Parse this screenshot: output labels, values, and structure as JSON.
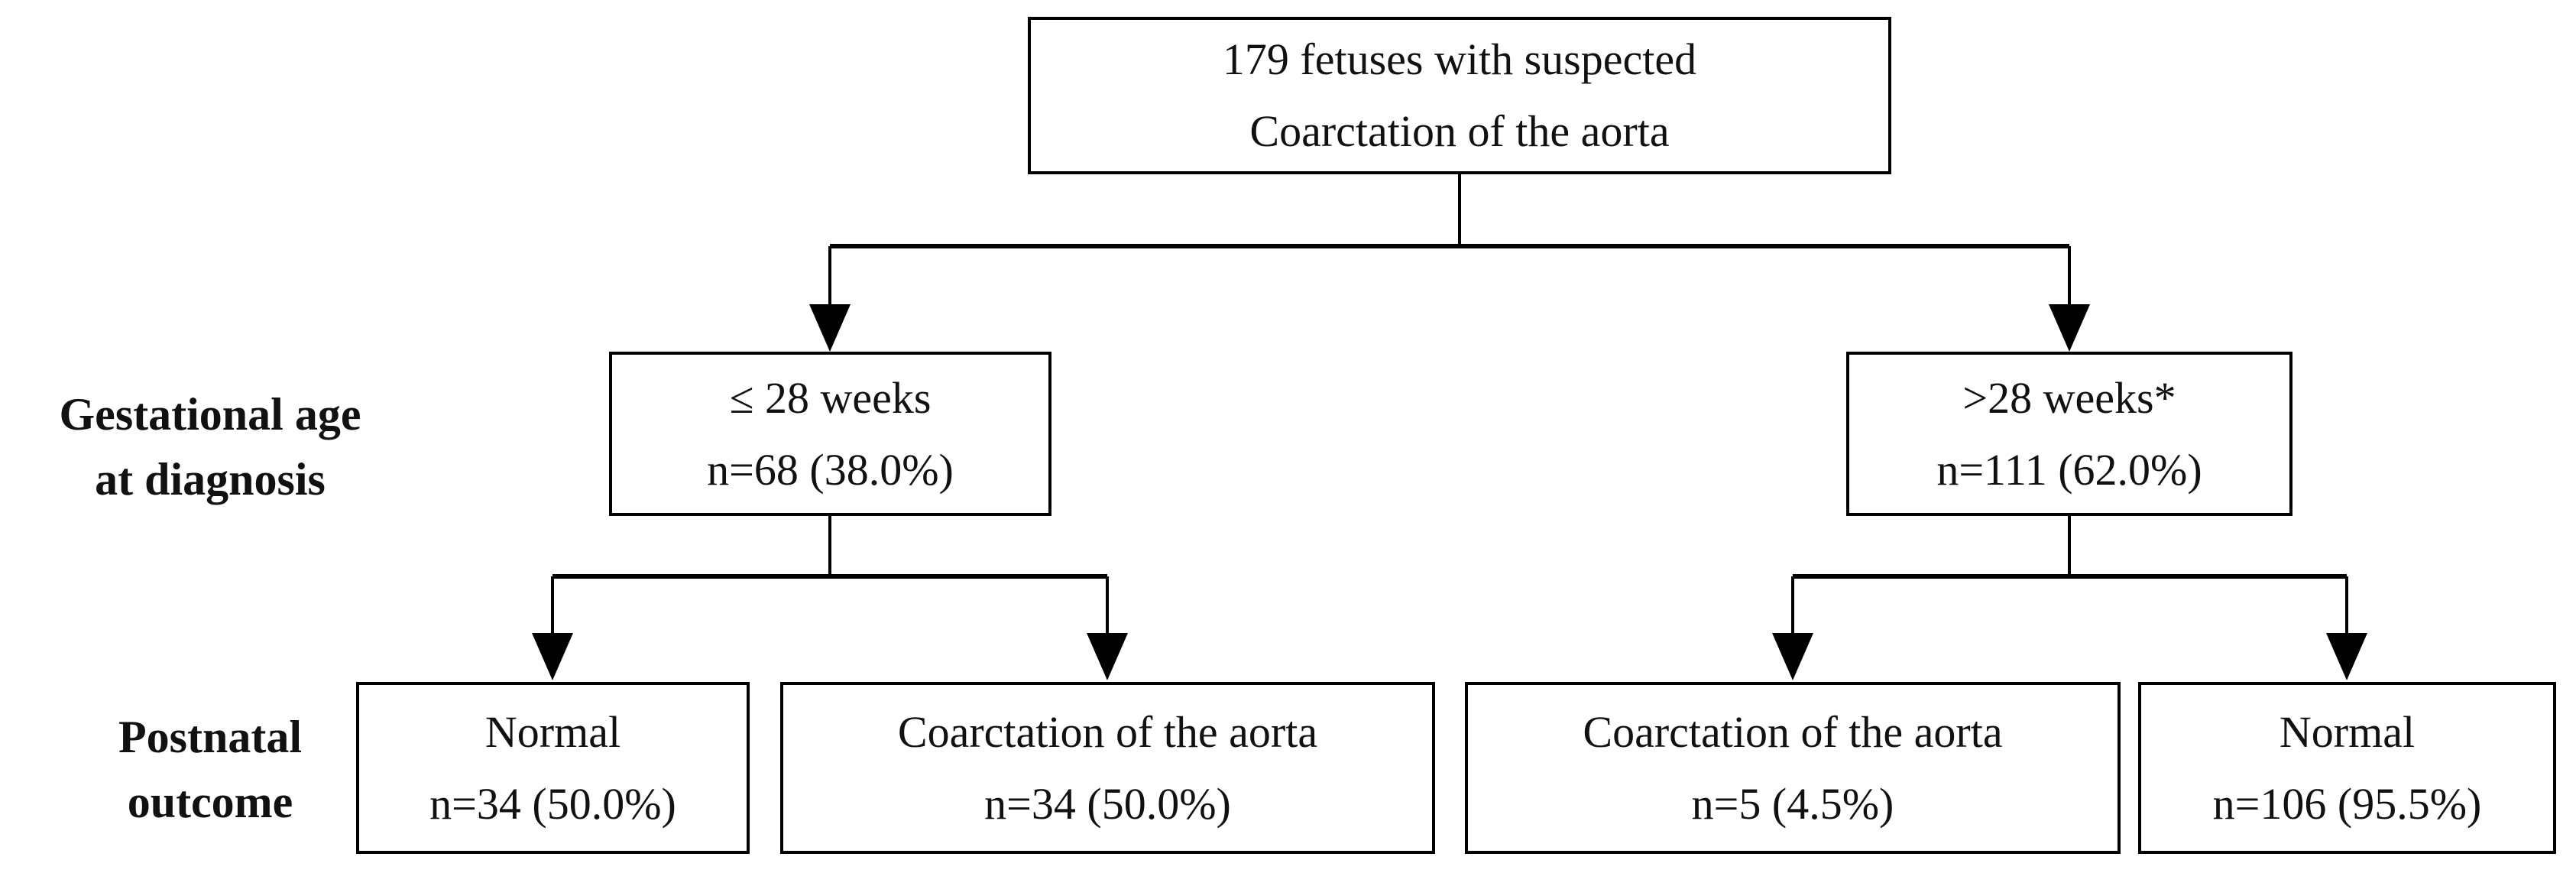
{
  "diagram": {
    "title_semantic": "Flowchart of fetuses with suspected coarctation of the aorta by gestational age at diagnosis and postnatal outcome",
    "root": {
      "line1": "179 fetuses with suspected",
      "line2": "Coarctation of the aorta"
    },
    "row_labels": {
      "gestational": {
        "line1": "Gestational age",
        "line2": "at diagnosis"
      },
      "postnatal": {
        "line1": "Postnatal",
        "line2": "outcome"
      }
    },
    "gestational_age": {
      "le28": {
        "line1": "≤ 28 weeks",
        "line2": "n=68 (38.0%)"
      },
      "gt28": {
        "line1": ">28 weeks*",
        "line2": "n=111 (62.0%)"
      }
    },
    "postnatal_outcome": {
      "le28_normal": {
        "line1": "Normal",
        "line2": "n=34 (50.0%)"
      },
      "le28_coarctation": {
        "line1": "Coarctation of the aorta",
        "line2": "n=34 (50.0%)"
      },
      "gt28_coarctation": {
        "line1": "Coarctation of the aorta",
        "line2": "n=5 (4.5%)"
      },
      "gt28_normal": {
        "line1": "Normal",
        "line2": "n=106 (95.5%)"
      }
    },
    "colors": {
      "background": "#ffffff",
      "line": "#000000",
      "box_border": "#000000",
      "text": "#111111"
    }
  }
}
